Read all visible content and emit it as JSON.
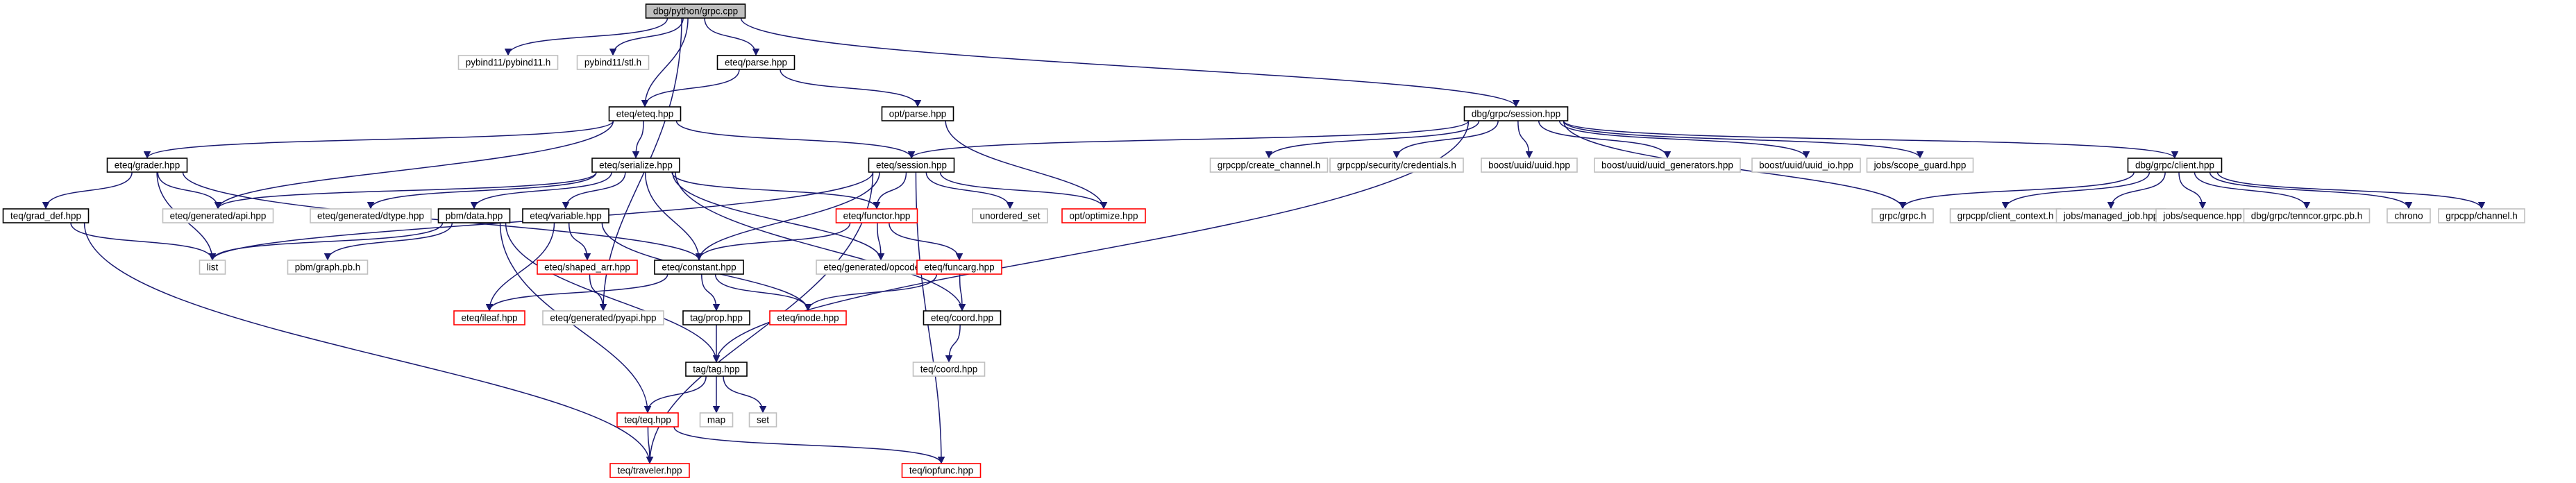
{
  "colors": {
    "edge": "#191970",
    "root_fill": "#bfbfbf",
    "root_border": "#000000",
    "documented_border": "#000000",
    "undocumented_border": "#bfbfbf",
    "truncated_border": "#ff0000",
    "node_fill": "#ffffff"
  },
  "nodes": [
    {
      "id": "grpc_cpp",
      "label": "dbg/python/grpc.cpp",
      "kind": "root"
    },
    {
      "id": "pybind11",
      "label": "pybind11/pybind11.h",
      "kind": "external"
    },
    {
      "id": "stl",
      "label": "pybind11/stl.h",
      "kind": "external"
    },
    {
      "id": "eteq_parse",
      "label": "eteq/parse.hpp",
      "kind": "documented"
    },
    {
      "id": "session_grpc",
      "label": "dbg/grpc/session.hpp",
      "kind": "documented"
    },
    {
      "id": "eteq_hpp",
      "label": "eteq/eteq.hpp",
      "kind": "documented"
    },
    {
      "id": "opt_parse",
      "label": "opt/parse.hpp",
      "kind": "documented"
    },
    {
      "id": "grader",
      "label": "eteq/grader.hpp",
      "kind": "documented"
    },
    {
      "id": "serialize",
      "label": "eteq/serialize.hpp",
      "kind": "documented"
    },
    {
      "id": "eteq_session",
      "label": "eteq/session.hpp",
      "kind": "documented"
    },
    {
      "id": "create_channel",
      "label": "grpcpp/create_channel.h",
      "kind": "external"
    },
    {
      "id": "credentials",
      "label": "grpcpp/security/credentials.h",
      "kind": "external"
    },
    {
      "id": "uuid",
      "label": "boost/uuid/uuid.hpp",
      "kind": "external"
    },
    {
      "id": "uuid_gen",
      "label": "boost/uuid/uuid_generators.hpp",
      "kind": "external"
    },
    {
      "id": "uuid_io",
      "label": "boost/uuid/uuid_io.hpp",
      "kind": "external"
    },
    {
      "id": "scope_guard",
      "label": "jobs/scope_guard.hpp",
      "kind": "external"
    },
    {
      "id": "client",
      "label": "dbg/grpc/client.hpp",
      "kind": "documented"
    },
    {
      "id": "grad_def",
      "label": "teq/grad_def.hpp",
      "kind": "documented"
    },
    {
      "id": "api",
      "label": "eteq/generated/api.hpp",
      "kind": "external"
    },
    {
      "id": "dtype",
      "label": "eteq/generated/dtype.hpp",
      "kind": "external"
    },
    {
      "id": "pbm_data",
      "label": "pbm/data.hpp",
      "kind": "documented"
    },
    {
      "id": "variable",
      "label": "eteq/variable.hpp",
      "kind": "documented"
    },
    {
      "id": "functor",
      "label": "eteq/functor.hpp",
      "kind": "truncated"
    },
    {
      "id": "unordered_set",
      "label": "unordered_set",
      "kind": "external"
    },
    {
      "id": "optimize",
      "label": "opt/optimize.hpp",
      "kind": "truncated"
    },
    {
      "id": "grpc_h",
      "label": "grpc/grpc.h",
      "kind": "external"
    },
    {
      "id": "client_context",
      "label": "grpcpp/client_context.h",
      "kind": "external"
    },
    {
      "id": "managed_job",
      "label": "jobs/managed_job.hpp",
      "kind": "external"
    },
    {
      "id": "sequence",
      "label": "jobs/sequence.hpp",
      "kind": "external"
    },
    {
      "id": "tenncor_pb",
      "label": "dbg/grpc/tenncor.grpc.pb.h",
      "kind": "external"
    },
    {
      "id": "chrono",
      "label": "chrono",
      "kind": "external"
    },
    {
      "id": "grpc_channel",
      "label": "grpcpp/channel.h",
      "kind": "external"
    },
    {
      "id": "list",
      "label": "list",
      "kind": "external"
    },
    {
      "id": "graph_pb",
      "label": "pbm/graph.pb.h",
      "kind": "external"
    },
    {
      "id": "constant",
      "label": "eteq/constant.hpp",
      "kind": "documented"
    },
    {
      "id": "opcode",
      "label": "eteq/generated/opcode.hpp",
      "kind": "external"
    },
    {
      "id": "funcarg",
      "label": "eteq/funcarg.hpp",
      "kind": "truncated"
    },
    {
      "id": "shaped_arr",
      "label": "eteq/shaped_arr.hpp",
      "kind": "truncated"
    },
    {
      "id": "ileaf",
      "label": "eteq/ileaf.hpp",
      "kind": "truncated"
    },
    {
      "id": "pyapi",
      "label": "eteq/generated/pyapi.hpp",
      "kind": "external"
    },
    {
      "id": "tag_prop",
      "label": "tag/prop.hpp",
      "kind": "documented"
    },
    {
      "id": "inode",
      "label": "eteq/inode.hpp",
      "kind": "truncated"
    },
    {
      "id": "eteq_coord",
      "label": "eteq/coord.hpp",
      "kind": "documented"
    },
    {
      "id": "teq_coord",
      "label": "teq/coord.hpp",
      "kind": "external"
    },
    {
      "id": "tag_tag",
      "label": "tag/tag.hpp",
      "kind": "documented"
    },
    {
      "id": "teq_teq",
      "label": "teq/teq.hpp",
      "kind": "truncated"
    },
    {
      "id": "map",
      "label": "map",
      "kind": "external"
    },
    {
      "id": "set",
      "label": "set",
      "kind": "external"
    },
    {
      "id": "traveler",
      "label": "teq/traveler.hpp",
      "kind": "truncated"
    },
    {
      "id": "iopfunc",
      "label": "teq/iopfunc.hpp",
      "kind": "truncated"
    }
  ],
  "edges": [
    [
      "grpc_cpp",
      "pybind11"
    ],
    [
      "grpc_cpp",
      "stl"
    ],
    [
      "grpc_cpp",
      "eteq_parse"
    ],
    [
      "grpc_cpp",
      "session_grpc"
    ],
    [
      "grpc_cpp",
      "eteq_hpp"
    ],
    [
      "grpc_cpp",
      "pyapi"
    ],
    [
      "eteq_parse",
      "eteq_hpp"
    ],
    [
      "eteq_parse",
      "opt_parse"
    ],
    [
      "opt_parse",
      "optimize"
    ],
    [
      "session_grpc",
      "eteq_session"
    ],
    [
      "session_grpc",
      "create_channel"
    ],
    [
      "session_grpc",
      "credentials"
    ],
    [
      "session_grpc",
      "uuid"
    ],
    [
      "session_grpc",
      "uuid_gen"
    ],
    [
      "session_grpc",
      "uuid_io"
    ],
    [
      "session_grpc",
      "scope_guard"
    ],
    [
      "session_grpc",
      "client"
    ],
    [
      "session_grpc",
      "grpc_h"
    ],
    [
      "session_grpc",
      "tag_tag"
    ],
    [
      "eteq_hpp",
      "grader"
    ],
    [
      "eteq_hpp",
      "serialize"
    ],
    [
      "eteq_hpp",
      "eteq_session"
    ],
    [
      "eteq_hpp",
      "api"
    ],
    [
      "grader",
      "grad_def"
    ],
    [
      "grader",
      "api"
    ],
    [
      "grader",
      "list"
    ],
    [
      "grader",
      "constant"
    ],
    [
      "grad_def",
      "list"
    ],
    [
      "grad_def",
      "traveler"
    ],
    [
      "serialize",
      "api"
    ],
    [
      "serialize",
      "dtype"
    ],
    [
      "serialize",
      "pbm_data"
    ],
    [
      "serialize",
      "variable"
    ],
    [
      "serialize",
      "functor"
    ],
    [
      "serialize",
      "constant"
    ],
    [
      "serialize",
      "opcode"
    ],
    [
      "serialize",
      "eteq_coord"
    ],
    [
      "eteq_session",
      "functor"
    ],
    [
      "eteq_session",
      "unordered_set"
    ],
    [
      "eteq_session",
      "optimize"
    ],
    [
      "eteq_session",
      "list"
    ],
    [
      "eteq_session",
      "constant"
    ],
    [
      "eteq_session",
      "traveler"
    ],
    [
      "eteq_session",
      "iopfunc"
    ],
    [
      "client",
      "grpc_h"
    ],
    [
      "client",
      "client_context"
    ],
    [
      "client",
      "managed_job"
    ],
    [
      "client",
      "sequence"
    ],
    [
      "client",
      "tenncor_pb"
    ],
    [
      "client",
      "chrono"
    ],
    [
      "client",
      "grpc_channel"
    ],
    [
      "pbm_data",
      "list"
    ],
    [
      "pbm_data",
      "graph_pb"
    ],
    [
      "pbm_data",
      "tag_tag"
    ],
    [
      "pbm_data",
      "teq_teq"
    ],
    [
      "variable",
      "ileaf"
    ],
    [
      "variable",
      "shaped_arr"
    ],
    [
      "variable",
      "inode"
    ],
    [
      "functor",
      "constant"
    ],
    [
      "functor",
      "opcode"
    ],
    [
      "functor",
      "funcarg"
    ],
    [
      "funcarg",
      "eteq_coord"
    ],
    [
      "funcarg",
      "inode"
    ],
    [
      "shaped_arr",
      "pyapi"
    ],
    [
      "constant",
      "ileaf"
    ],
    [
      "constant",
      "tag_prop"
    ],
    [
      "constant",
      "inode"
    ],
    [
      "tag_prop",
      "tag_tag"
    ],
    [
      "eteq_coord",
      "teq_coord"
    ],
    [
      "tag_tag",
      "teq_teq"
    ],
    [
      "tag_tag",
      "map"
    ],
    [
      "tag_tag",
      "set"
    ],
    [
      "teq_teq",
      "traveler"
    ],
    [
      "teq_teq",
      "iopfunc"
    ]
  ]
}
